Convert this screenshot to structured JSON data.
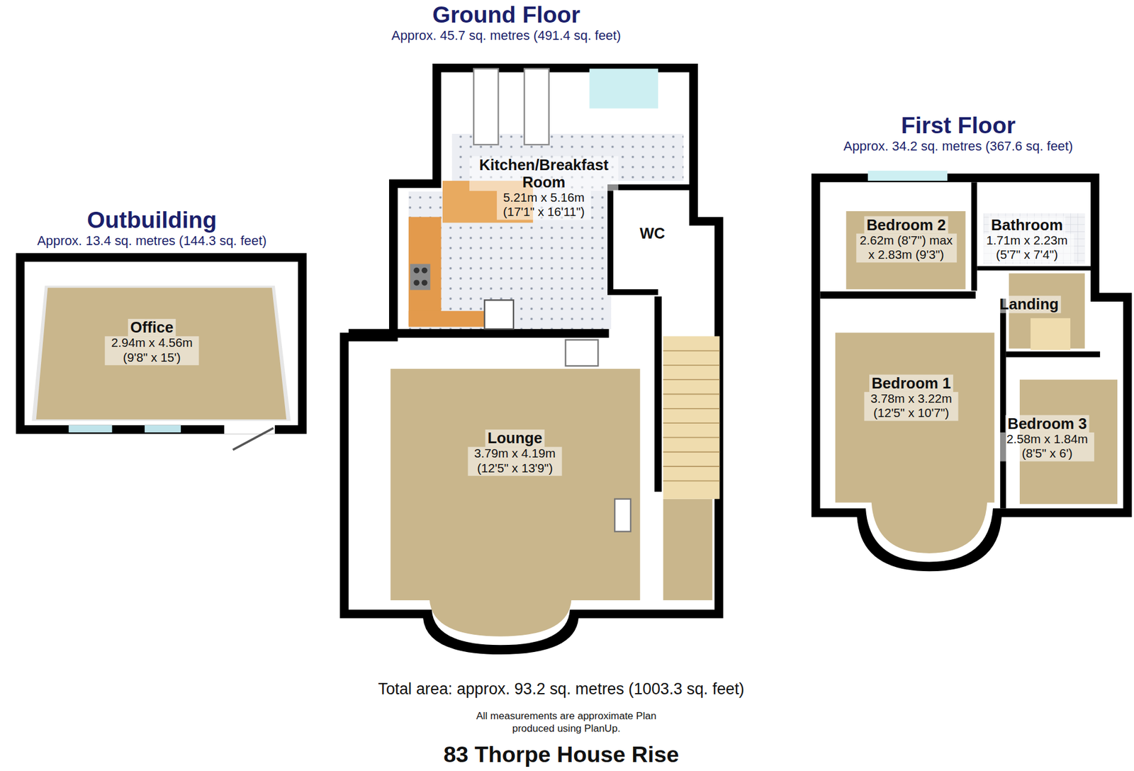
{
  "diagram": {
    "title": "83 Thorpe House Rise",
    "nodes": [
      {
        "text": [
          "Outbuilding",
          "Approx. 13.4 sq. metres (144.3 sq. feet)"
        ]
      },
      {
        "text": [
          "Office",
          "2.94m x 4.56m (9'8\" x 15')"
        ],
        "in": 0
      },
      {
        "text": [
          "Ground Floor",
          "Approx. 45.7 sq. metres (491.4 sq. feet)"
        ]
      },
      {
        "text": [
          "Kitchen/Breakfast Room",
          "5.21m x 5.16m (17'1\" x 16'11\")"
        ],
        "in": 2
      },
      {
        "text": [
          "WC"
        ],
        "in": 2
      },
      {
        "text": [
          "Lounge",
          "3.79m x 4.19m (12'5\" x 13'9\")"
        ],
        "in": 2
      },
      {
        "text": [
          "First Floor",
          "Approx. 34.2 sq. metres (367.6 sq. feet)"
        ]
      },
      {
        "text": [
          "Bedroom 2",
          "2.62m (8'7\") max x 2.83m (9'3\")"
        ],
        "in": 6
      },
      {
        "text": [
          "Bathroom",
          "1.71m x 2.23m (5'7\" x 7'4\")"
        ],
        "in": 6
      },
      {
        "text": [
          "Landing"
        ],
        "in": 6
      },
      {
        "text": [
          "Bedroom 1",
          "3.78m x 3.22m (12'5\" x 10'7\")"
        ],
        "in": 6
      },
      {
        "text": [
          "Bedroom 3",
          "2.58m x 1.84m (8'5\" x 6')"
        ],
        "in": 6
      }
    ],
    "labels": [
      "Total area: approx. 93.2 sq. metres (1003.3 sq. feet)",
      "All measurements are approximate Plan produced using PlanUp."
    ]
  }
}
